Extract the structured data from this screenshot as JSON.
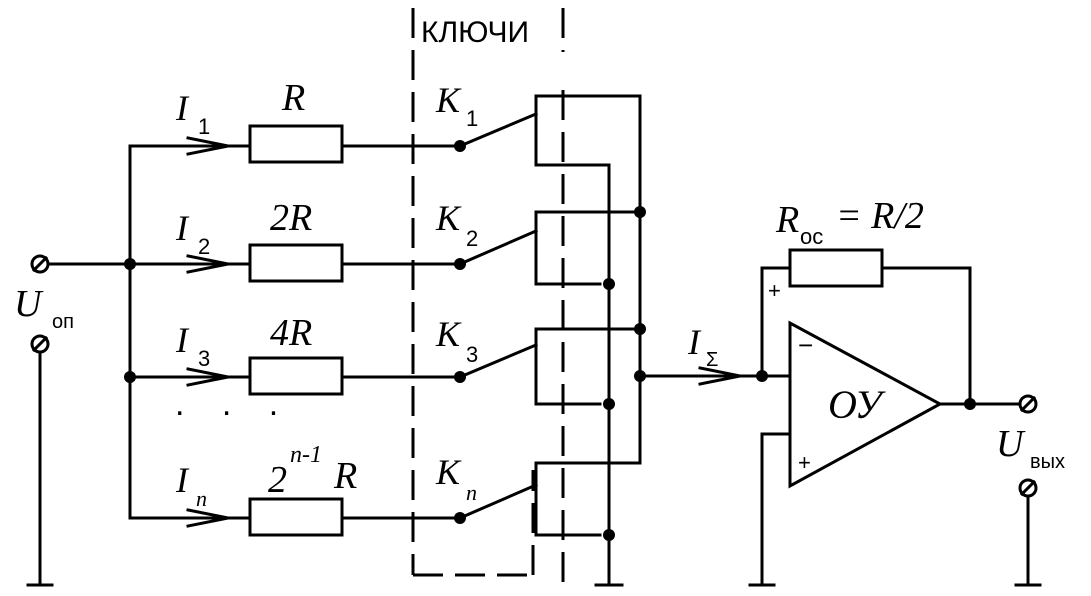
{
  "labels": {
    "keys_title": "КЛЮЧИ",
    "u_ref_main": "U",
    "u_ref_sub": "оп",
    "u_out_main": "U",
    "u_out_sub": "вых",
    "opamp": "ОУ",
    "r_fb_main": "R",
    "r_fb_sub": "ос",
    "r_fb_value": "= R/2",
    "opamp_minus": "−",
    "opamp_plus": "+",
    "fb_plus": "+",
    "i_sum_main": "I",
    "i_sum_sub": "Σ",
    "dots": ". . ."
  },
  "branches": [
    {
      "i_main": "I",
      "i_sub": "1",
      "r_label": "R",
      "k_main": "K",
      "k_sub": "1"
    },
    {
      "i_main": "I",
      "i_sub": "2",
      "r_label": "2R",
      "k_main": "K",
      "k_sub": "2"
    },
    {
      "i_main": "I",
      "i_sub": "3",
      "r_label": "4R",
      "k_main": "K",
      "k_sub": "3"
    },
    {
      "i_main": "I",
      "i_sub": "n",
      "r_label_base": "2",
      "r_label_exp": "n-1",
      "r_label_tail": "R",
      "k_main": "K",
      "k_sub": "n"
    }
  ]
}
